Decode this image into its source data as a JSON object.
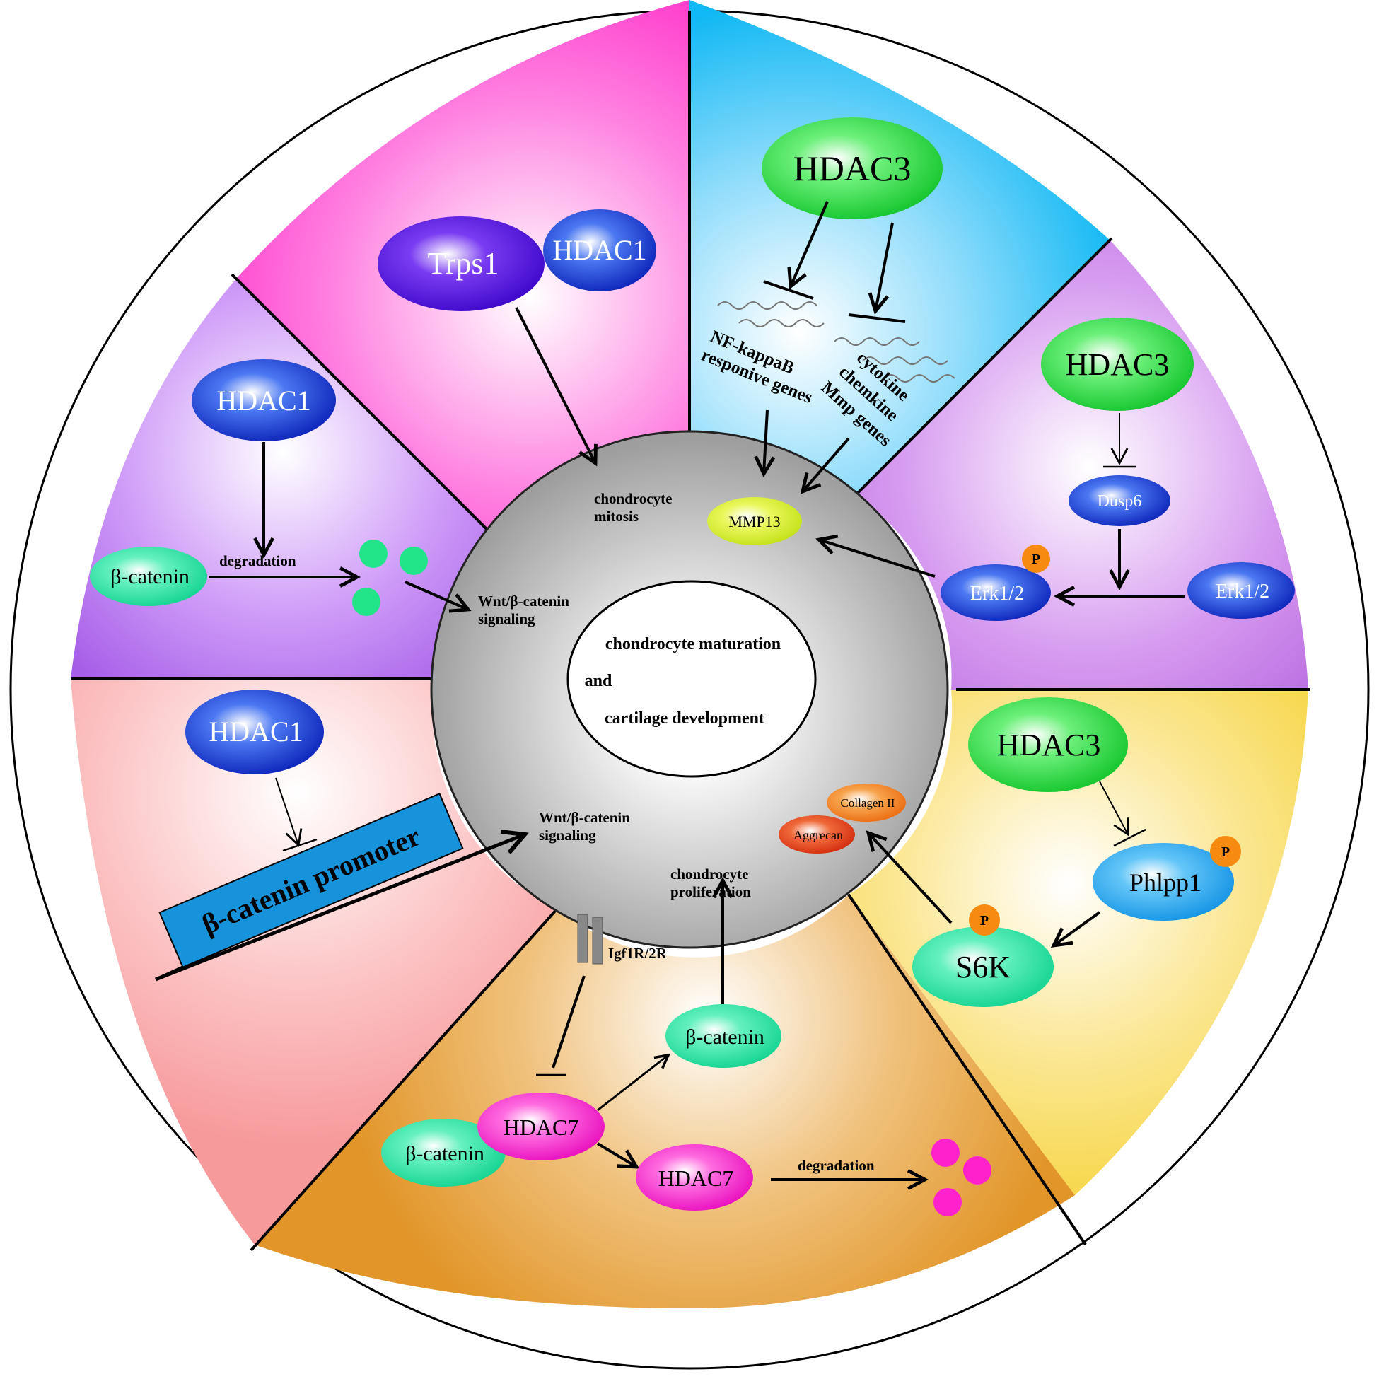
{
  "center": {
    "line1": "chondrocyte maturation",
    "line2": "and",
    "line3": "cartilage development"
  },
  "ring_labels": {
    "chondrocyte_mitosis_1": "chondrocyte",
    "chondrocyte_mitosis_2": "mitosis",
    "mmp13": "MMP13",
    "wnt_top_1": "Wnt/β-catenin",
    "wnt_top_2": "signaling",
    "wnt_bottom_1": "Wnt/β-catenin",
    "wnt_bottom_2": "signaling",
    "proliferation_1": "chondrocyte",
    "proliferation_2": "proliferation",
    "collagen": "Collagen II",
    "aggrecan": "Aggrecan",
    "receptor": "Igf1R/2R"
  },
  "segments": {
    "magenta": {
      "trps1": "Trps1",
      "hdac1": "HDAC1"
    },
    "cyan": {
      "hdac3": "HDAC3",
      "nfkb_1": "NF-kappaB",
      "nfkb_2": "responive genes",
      "cyto_1": "cytokine",
      "cyto_2": "chemkine",
      "cyto_3": "Mmp genes"
    },
    "purple_left": {
      "hdac1": "HDAC1",
      "beta_catenin": "β-catenin",
      "degradation": "degradation"
    },
    "purple_right": {
      "hdac3": "HDAC3",
      "dusp6": "Dusp6",
      "erk_phospho": "Erk1/2",
      "erk": "Erk1/2",
      "p": "P"
    },
    "pink": {
      "hdac1": "HDAC1",
      "promoter": "β-catenin promoter"
    },
    "yellow": {
      "hdac3": "HDAC3",
      "phlpp1": "Phlpp1",
      "s6k": "S6K",
      "p1": "P",
      "p2": "P"
    },
    "orange": {
      "beta_catenin_top": "β-catenin",
      "hdac7_complex": "HDAC7",
      "beta_catenin_left": "β-catenin",
      "hdac7_free": "HDAC7",
      "degradation": "degradation"
    }
  },
  "colors": {
    "magenta": "#ff3ccf",
    "cyan": "#1ec0f6",
    "purple": "#b36ef0",
    "pink": "#f99ea0",
    "yellow": "#f7d94a",
    "orange": "#e5992d",
    "hdac1_blue": "#1a3fd6",
    "hdac3_green": "#36e04a",
    "beta_catenin_green": "#2fe09a",
    "hdac7_pink": "#ff22cc",
    "phospho_orange": "#f78a10",
    "promoter_blue": "#1793dc"
  }
}
